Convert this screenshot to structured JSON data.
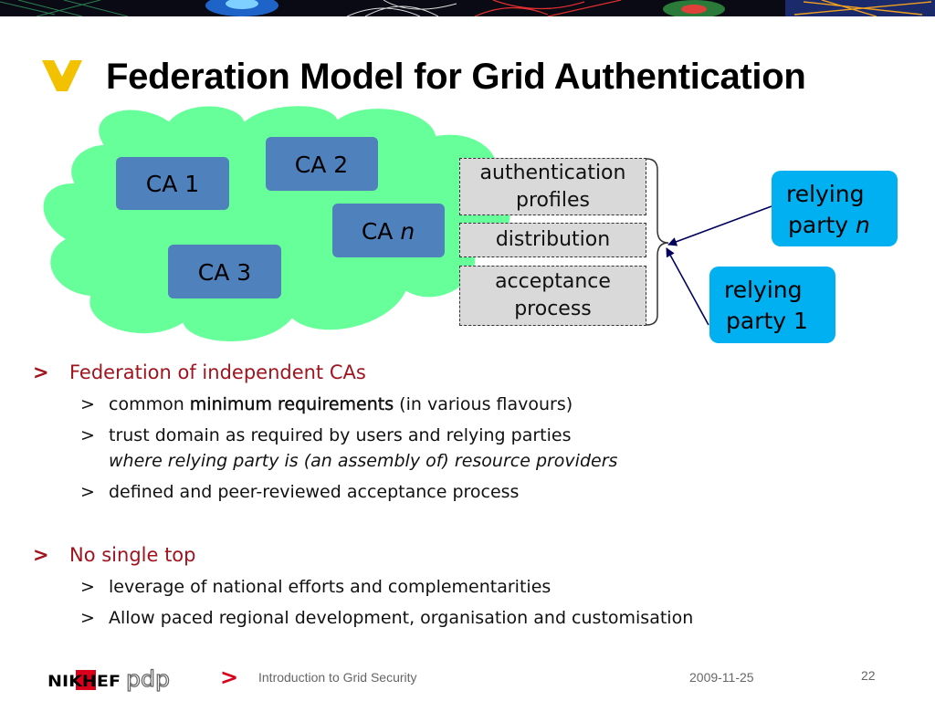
{
  "slide": {
    "title": "Federation Model for Grid Authentication",
    "diagram": {
      "cas": [
        {
          "label": "CA 1"
        },
        {
          "label": "CA 2"
        },
        {
          "label": "CA ",
          "italic_suffix": "n"
        },
        {
          "label": "CA 3"
        }
      ],
      "profiles": [
        {
          "line1": "authentication",
          "line2": "profiles"
        },
        {
          "line1": "distribution"
        },
        {
          "line1": "acceptance",
          "line2": "process"
        }
      ],
      "relying_parties": [
        {
          "line1": "relying",
          "line2": "party ",
          "italic_suffix": "n"
        },
        {
          "line1": "relying",
          "line2": "party 1"
        }
      ]
    },
    "bullets": [
      {
        "marker": ">",
        "text": "Federation of independent CAs",
        "children": [
          {
            "marker": ">",
            "prefix": "common ",
            "bold": "minimum requirements",
            "suffix": " (in various flavours)"
          },
          {
            "marker": ">",
            "text": "trust domain as required by users and relying parties",
            "italic_line": "where relying party is (an assembly of) resource providers"
          },
          {
            "marker": ">",
            "text": "defined and peer-reviewed acceptance process"
          }
        ]
      },
      {
        "marker": ">",
        "text": "No single top",
        "children": [
          {
            "marker": ">",
            "text": "leverage of national efforts and complementarities"
          },
          {
            "marker": ">",
            "text": "Allow paced regional development, organisation and customisation"
          }
        ]
      }
    ]
  },
  "footer": {
    "logo_nikhef": "NIKHEF",
    "logo_pdp": "pdp",
    "marker": ">",
    "presentation_title": "Introduction to Grid Security",
    "date": "2009-11-25",
    "page_number": "22"
  },
  "colors": {
    "ca_box": "#4f81bd",
    "cloud": "#66ff99",
    "profile_box": "#d9d9d9",
    "relying_party": "#00b0f0",
    "bullet_red": "#a0141e",
    "arrow": "#00005c",
    "chevron": "#f2c200"
  },
  "icons": {
    "title_mark": "yellow-chevron-down-icon",
    "cloud": "cloud-shape",
    "brace": "right-curly-brace"
  }
}
